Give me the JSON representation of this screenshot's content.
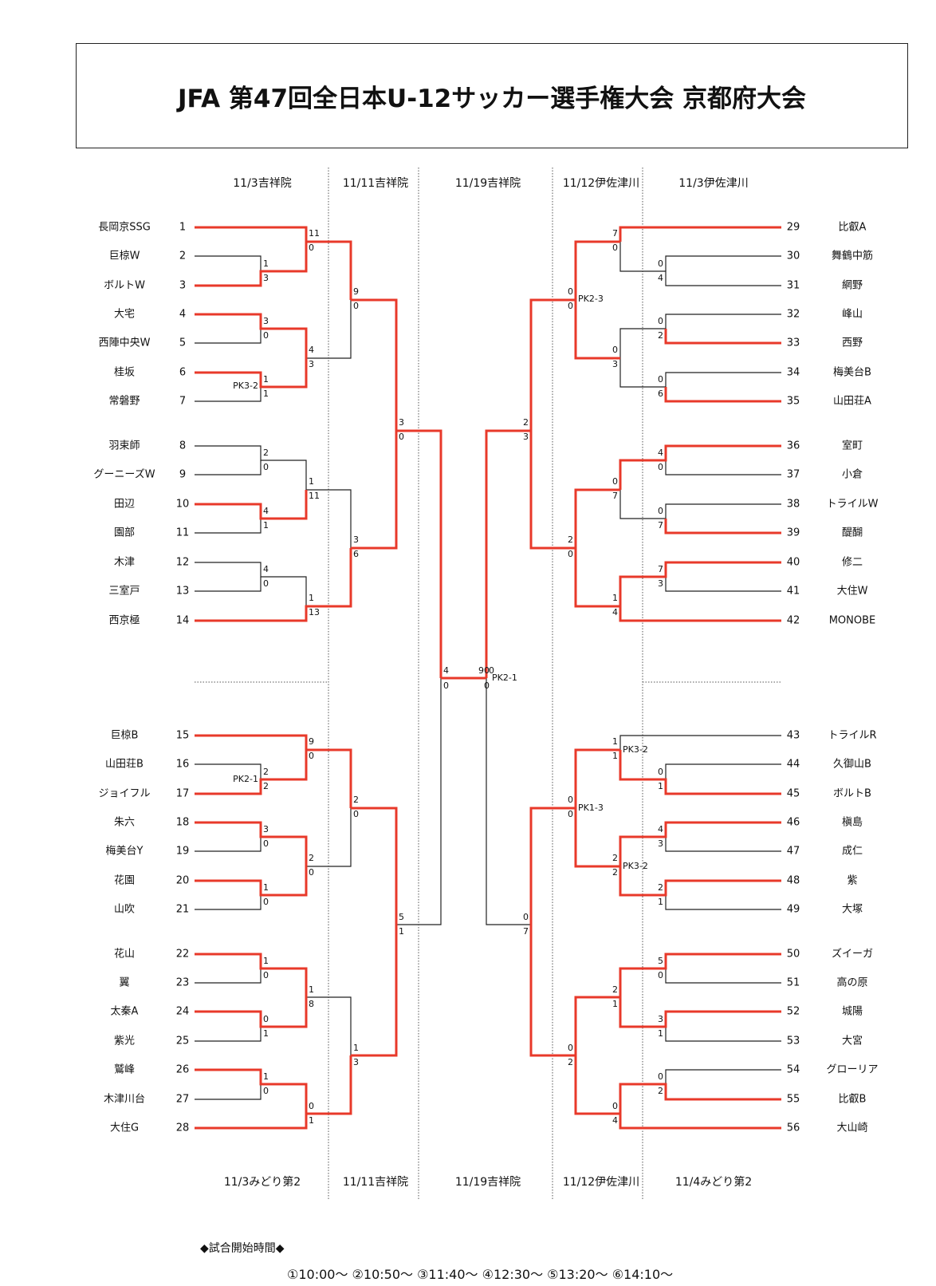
{
  "title": "JFA 第47回全日本U-12サッカー選手権大会 京都府大会",
  "colors": {
    "winner_line": "#e8392a",
    "line": "#222222",
    "divider": "#555555"
  },
  "dates_top": [
    "11/3吉祥院",
    "11/11吉祥院",
    "11/19吉祥院",
    "11/12伊佐津川",
    "11/3伊佐津川"
  ],
  "dates_bottom": [
    "11/3みどり第2",
    "11/11吉祥院",
    "11/19吉祥院",
    "11/12伊佐津川",
    "11/4みどり第2"
  ],
  "teams": [
    {
      "seed": "1",
      "name": "長岡京SSG"
    },
    {
      "seed": "2",
      "name": "巨椋W"
    },
    {
      "seed": "3",
      "name": "ボルトW"
    },
    {
      "seed": "4",
      "name": "大宅"
    },
    {
      "seed": "5",
      "name": "西陣中央W"
    },
    {
      "seed": "6",
      "name": "桂坂"
    },
    {
      "seed": "7",
      "name": "常磐野"
    },
    {
      "seed": "8",
      "name": "羽束師"
    },
    {
      "seed": "9",
      "name": "グーニーズW"
    },
    {
      "seed": "10",
      "name": "田辺"
    },
    {
      "seed": "11",
      "name": "園部"
    },
    {
      "seed": "12",
      "name": "木津"
    },
    {
      "seed": "13",
      "name": "三室戸"
    },
    {
      "seed": "14",
      "name": "西京極"
    },
    {
      "seed": "15",
      "name": "巨椋B"
    },
    {
      "seed": "16",
      "name": "山田荘B"
    },
    {
      "seed": "17",
      "name": "ジョイフル"
    },
    {
      "seed": "18",
      "name": "朱六"
    },
    {
      "seed": "19",
      "name": "梅美台Y"
    },
    {
      "seed": "20",
      "name": "花園"
    },
    {
      "seed": "21",
      "name": "山吹"
    },
    {
      "seed": "22",
      "name": "花山"
    },
    {
      "seed": "23",
      "name": "翼"
    },
    {
      "seed": "24",
      "name": "太秦A"
    },
    {
      "seed": "25",
      "name": "紫光"
    },
    {
      "seed": "26",
      "name": "鷲峰"
    },
    {
      "seed": "27",
      "name": "木津川台"
    },
    {
      "seed": "28",
      "name": "大住G"
    },
    {
      "seed": "29",
      "name": "比叡A"
    },
    {
      "seed": "30",
      "name": "舞鶴中筋"
    },
    {
      "seed": "31",
      "name": "網野"
    },
    {
      "seed": "32",
      "name": "峰山"
    },
    {
      "seed": "33",
      "name": "西野"
    },
    {
      "seed": "34",
      "name": "梅美台B"
    },
    {
      "seed": "35",
      "name": "山田荘A"
    },
    {
      "seed": "36",
      "name": "室町"
    },
    {
      "seed": "37",
      "name": "小倉"
    },
    {
      "seed": "38",
      "name": "トライルW"
    },
    {
      "seed": "39",
      "name": "醍醐"
    },
    {
      "seed": "40",
      "name": "修二"
    },
    {
      "seed": "41",
      "name": "大住W"
    },
    {
      "seed": "42",
      "name": "MONOBE"
    },
    {
      "seed": "43",
      "name": "トライルR"
    },
    {
      "seed": "44",
      "name": "久御山B"
    },
    {
      "seed": "45",
      "name": "ボルトB"
    },
    {
      "seed": "46",
      "name": "槇島"
    },
    {
      "seed": "47",
      "name": "成仁"
    },
    {
      "seed": "48",
      "name": "紫"
    },
    {
      "seed": "49",
      "name": "大塚"
    },
    {
      "seed": "50",
      "name": "ズイーガ"
    },
    {
      "seed": "51",
      "name": "高の原"
    },
    {
      "seed": "52",
      "name": "城陽"
    },
    {
      "seed": "53",
      "name": "大宮"
    },
    {
      "seed": "54",
      "name": "グローリア"
    },
    {
      "seed": "55",
      "name": "比叡B"
    },
    {
      "seed": "56",
      "name": "大山崎"
    }
  ],
  "matches": [
    {
      "id": "L1a",
      "top": "1",
      "bot": "3",
      "pk": ""
    },
    {
      "id": "L1b",
      "top": "11",
      "bot": "0",
      "pk": ""
    },
    {
      "id": "L1c",
      "top": "3",
      "bot": "0",
      "pk": ""
    },
    {
      "id": "L1d",
      "top": "1",
      "bot": "1",
      "pk": "PK3-2"
    },
    {
      "id": "L1e",
      "top": "4",
      "bot": "3",
      "pk": ""
    },
    {
      "id": "L1f",
      "top": "9",
      "bot": "0",
      "pk": ""
    },
    {
      "id": "L2a",
      "top": "2",
      "bot": "0",
      "pk": ""
    },
    {
      "id": "L2b",
      "top": "4",
      "bot": "1",
      "pk": ""
    },
    {
      "id": "L2c",
      "top": "1",
      "bot": "11",
      "pk": ""
    },
    {
      "id": "L2d",
      "top": "4",
      "bot": "0",
      "pk": ""
    },
    {
      "id": "L2e",
      "top": "1",
      "bot": "13",
      "pk": ""
    },
    {
      "id": "L2f",
      "top": "3",
      "bot": "6",
      "pk": ""
    },
    {
      "id": "LQ1",
      "top": "3",
      "bot": "0",
      "pk": ""
    },
    {
      "id": "L3a",
      "top": "2",
      "bot": "2",
      "pk": "PK2-1"
    },
    {
      "id": "L3b",
      "top": "9",
      "bot": "0",
      "pk": ""
    },
    {
      "id": "L3c",
      "top": "3",
      "bot": "0",
      "pk": ""
    },
    {
      "id": "L3d",
      "top": "1",
      "bot": "0",
      "pk": ""
    },
    {
      "id": "L3e",
      "top": "2",
      "bot": "0",
      "pk": ""
    },
    {
      "id": "L3f",
      "top": "2",
      "bot": "0",
      "pk": ""
    },
    {
      "id": "L4a",
      "top": "1",
      "bot": "0",
      "pk": ""
    },
    {
      "id": "L4b",
      "top": "0",
      "bot": "1",
      "pk": ""
    },
    {
      "id": "L4c",
      "top": "1",
      "bot": "8",
      "pk": ""
    },
    {
      "id": "L4d",
      "top": "1",
      "bot": "0",
      "pk": ""
    },
    {
      "id": "L4e",
      "top": "0",
      "bot": "1",
      "pk": ""
    },
    {
      "id": "L4f",
      "top": "1",
      "bot": "3",
      "pk": ""
    },
    {
      "id": "LQ2",
      "top": "5",
      "bot": "1",
      "pk": ""
    },
    {
      "id": "LSF",
      "top": "4",
      "bot": "0",
      "pk": ""
    },
    {
      "id": "R1a",
      "top": "0",
      "bot": "4",
      "pk": ""
    },
    {
      "id": "R1b",
      "top": "7",
      "bot": "0",
      "pk": ""
    },
    {
      "id": "R1c",
      "top": "0",
      "bot": "2",
      "pk": ""
    },
    {
      "id": "R1d",
      "top": "0",
      "bot": "6",
      "pk": ""
    },
    {
      "id": "R1e",
      "top": "0",
      "bot": "3",
      "pk": ""
    },
    {
      "id": "R1f",
      "top": "0",
      "bot": "0",
      "pk": "PK2-3"
    },
    {
      "id": "R2a",
      "top": "4",
      "bot": "0",
      "pk": ""
    },
    {
      "id": "R2b",
      "top": "0",
      "bot": "7",
      "pk": ""
    },
    {
      "id": "R2c",
      "top": "0",
      "bot": "7",
      "pk": ""
    },
    {
      "id": "R2d",
      "top": "7",
      "bot": "3",
      "pk": ""
    },
    {
      "id": "R2e",
      "top": "1",
      "bot": "4",
      "pk": ""
    },
    {
      "id": "R2f",
      "top": "2",
      "bot": "0",
      "pk": ""
    },
    {
      "id": "RQ1",
      "top": "2",
      "bot": "3",
      "pk": ""
    },
    {
      "id": "R3a",
      "top": "0",
      "bot": "1",
      "pk": ""
    },
    {
      "id": "R3b",
      "top": "1",
      "bot": "1",
      "pk": "PK3-2"
    },
    {
      "id": "R3c",
      "top": "4",
      "bot": "3",
      "pk": ""
    },
    {
      "id": "R3d",
      "top": "2",
      "bot": "1",
      "pk": ""
    },
    {
      "id": "R3e",
      "top": "2",
      "bot": "2",
      "pk": "PK3-2"
    },
    {
      "id": "R3f",
      "top": "0",
      "bot": "0",
      "pk": "PK1-3"
    },
    {
      "id": "R4a",
      "top": "5",
      "bot": "0",
      "pk": ""
    },
    {
      "id": "R4b",
      "top": "3",
      "bot": "1",
      "pk": ""
    },
    {
      "id": "R4c",
      "top": "2",
      "bot": "1",
      "pk": ""
    },
    {
      "id": "R4d",
      "top": "0",
      "bot": "2",
      "pk": ""
    },
    {
      "id": "R4e",
      "top": "0",
      "bot": "4",
      "pk": ""
    },
    {
      "id": "R4f",
      "top": "0",
      "bot": "2",
      "pk": ""
    },
    {
      "id": "RQ2",
      "top": "0",
      "bot": "7",
      "pk": ""
    },
    {
      "id": "RSF",
      "top": "0",
      "bot": "0",
      "pk": "PK2-1"
    }
  ],
  "final": {
    "left_score": "9",
    "right_score": "0"
  },
  "start_times": {
    "heading": "◆試合開始時間◆",
    "times": "①10:00～ ②10:50～ ③11:40～ ④12:30～ ⑤13:20～ ⑥14:10～"
  }
}
